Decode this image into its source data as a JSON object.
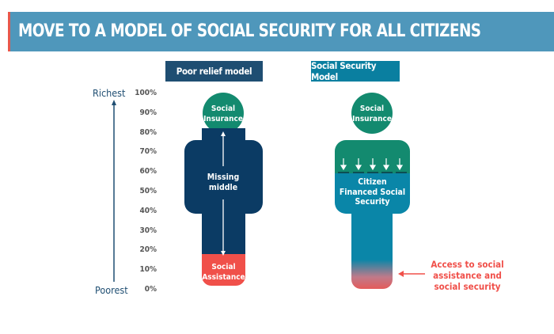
{
  "title": "MOVE TO A MODEL OF SOCIAL SECURITY FOR ALL CITIZENS",
  "models": {
    "poor_relief": {
      "label": "Poor relief model",
      "head": "Social Insurance",
      "middle": "Missing middle",
      "bottom": "Social Assistance"
    },
    "social_security": {
      "label": "Social Security Model",
      "head": "Social Insurance",
      "body": "Citizen Financed Social Security",
      "annotation": "Access to social assistance and social security"
    }
  },
  "axis": {
    "top": "Richest",
    "bottom": "Poorest",
    "ticks": [
      "100%",
      "90%",
      "80%",
      "70%",
      "60%",
      "50%",
      "40%",
      "30%",
      "20%",
      "10%",
      "0%"
    ]
  },
  "colors": {
    "navy": "#0b3b64",
    "green": "#138a6f",
    "teal": "#0a86a8",
    "red": "#f0504a",
    "title_bg": "#4f97bb"
  }
}
